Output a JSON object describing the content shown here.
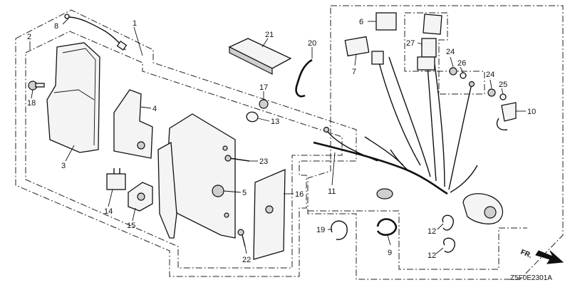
{
  "callouts": {
    "c1": "1",
    "c2": "2",
    "c3": "3",
    "c4": "4",
    "c5": "5",
    "c6": "6",
    "c7": "7",
    "c8": "8",
    "c9": "9",
    "c10": "10",
    "c11": "11",
    "c12a": "12",
    "c12b": "12",
    "c13": "13",
    "c14": "14",
    "c15": "15",
    "c16": "16",
    "c17": "17",
    "c18": "18",
    "c19": "19",
    "c20": "20",
    "c21": "21",
    "c22": "22",
    "c23": "23",
    "c24a": "24",
    "c24b": "24",
    "c25": "25",
    "c26": "26",
    "c27": "27"
  },
  "direction_label": "FR.",
  "diagram_code": "Z5F0E2301A"
}
